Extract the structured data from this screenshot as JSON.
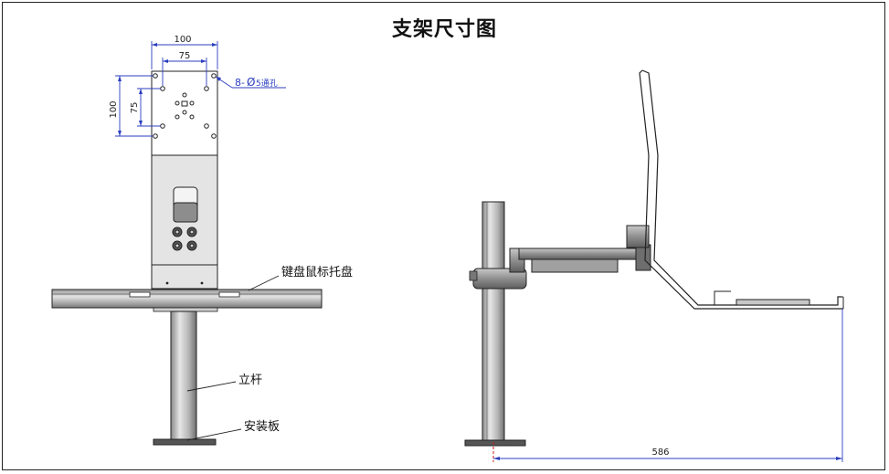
{
  "title": "支架尺寸图",
  "dimensions": {
    "top_width_outer": "100",
    "top_width_inner": "75",
    "side_height_outer": "100",
    "side_height_inner": "75",
    "hole_note_prefix": "8-",
    "hole_note_symbol": "Ø",
    "hole_note_suffix": "5通孔",
    "reach": "586"
  },
  "labels": {
    "tray": "键盘鼠标托盘",
    "pole": "立杆",
    "base_plate": "安装板"
  },
  "colors": {
    "line": "#222222",
    "dim": "#2b3fbf",
    "red": "#d21a1a",
    "metal_light": "#d4d4d4",
    "metal_mid": "#a9a9a9",
    "metal_dark": "#6e6e6e"
  }
}
